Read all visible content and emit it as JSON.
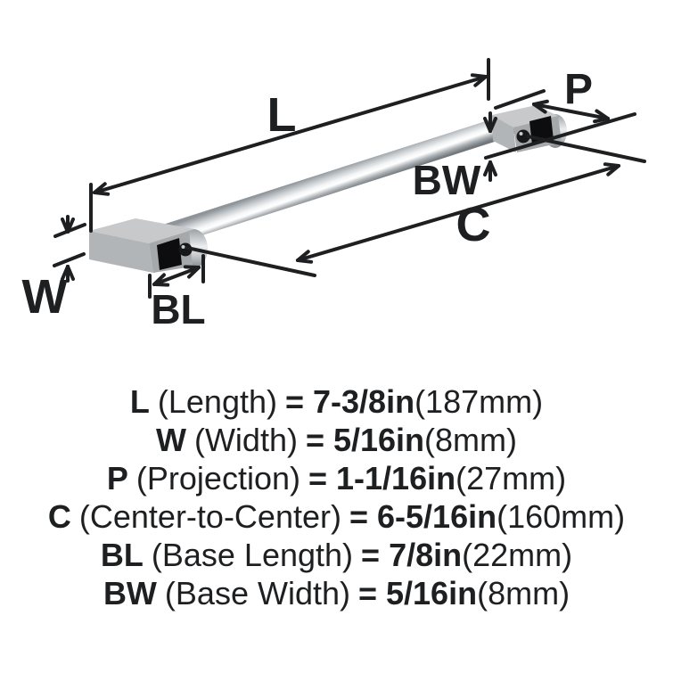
{
  "diagram": {
    "type": "product-dimension-diagram",
    "subject": "cabinet-bar-pull-handle",
    "dimension_labels": {
      "L": "L",
      "P": "P",
      "BW": "BW",
      "C": "C",
      "W": "W",
      "BL": "BL"
    },
    "colors": {
      "ink": "#1e1f21",
      "background": "#ffffff",
      "foot_top": "#c7c9cb",
      "foot_side": "#b2b5b7",
      "foot_face": "#a6a9ab",
      "hole_black": "#0d0d0f",
      "chrome_light": "#f4f6f7",
      "chrome_mid": "#c9cdd0",
      "chrome_dark": "#73787c"
    }
  },
  "legend": {
    "rows": [
      {
        "abbr": "L",
        "name": "(Length)",
        "value": "= 7-3/8in",
        "metric": "(187mm)"
      },
      {
        "abbr": "W",
        "name": "(Width)",
        "value": "= 5/16in",
        "metric": "(8mm)"
      },
      {
        "abbr": "P",
        "name": "(Projection)",
        "value": "= 1-1/16in",
        "metric": "(27mm)"
      },
      {
        "abbr": "C",
        "name": "(Center-to-Center)",
        "value": "= 6-5/16in",
        "metric": "(160mm)"
      },
      {
        "abbr": "BL",
        "name": "(Base Length)",
        "value": "= 7/8in",
        "metric": "(22mm)"
      },
      {
        "abbr": "BW",
        "name": "(Base Width)",
        "value": "= 5/16in",
        "metric": "(8mm)"
      }
    ]
  }
}
